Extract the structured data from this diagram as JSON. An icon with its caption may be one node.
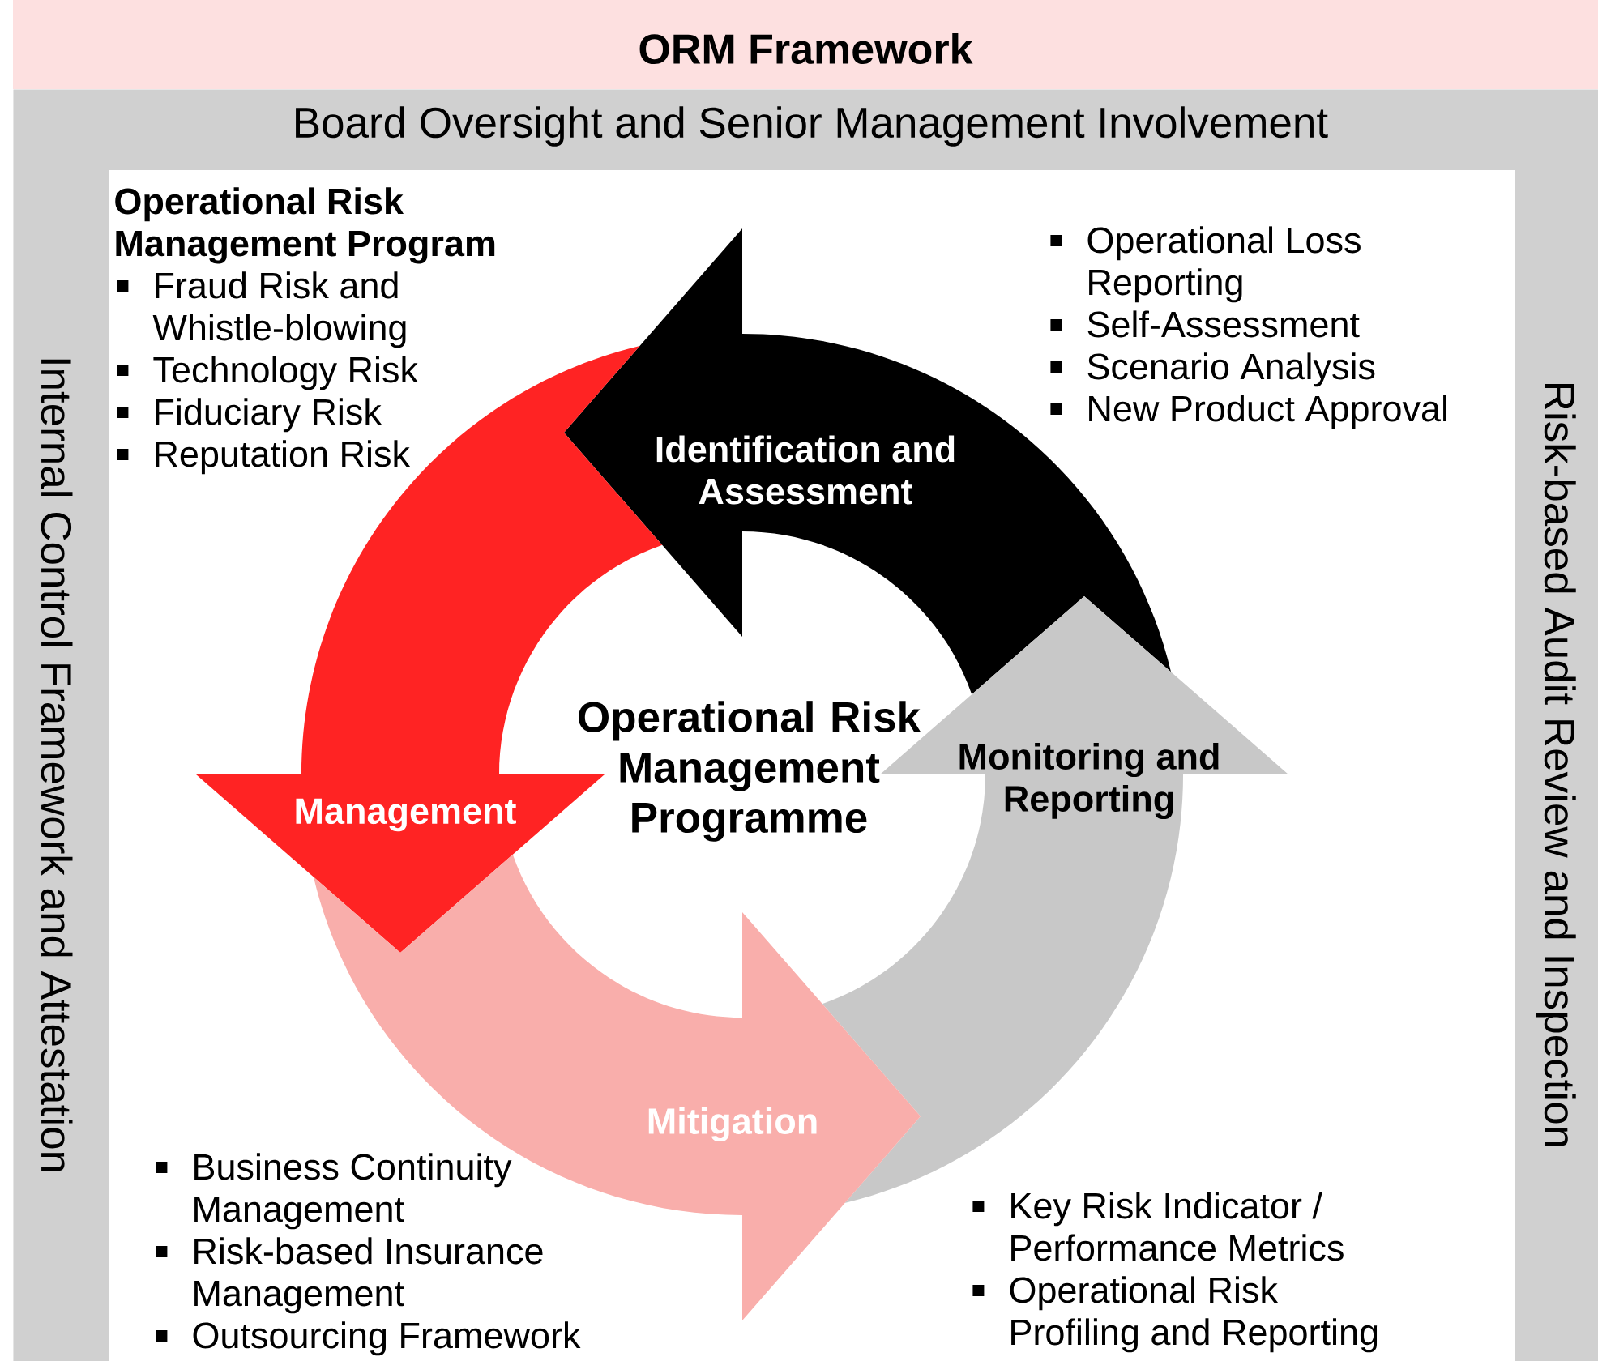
{
  "diagram": {
    "title": "ORM Framework",
    "nodes": [
      {
        "text": [
          "Board Oversight and Senior Management Involvement",
          "Internal Control Framework and Attestation",
          "Risk-based Audit Review and Inspection"
        ]
      },
      {
        "text": [
          "Identification and Assessment"
        ],
        "in": 0
      },
      {
        "text": [
          "Management"
        ],
        "in": 0
      },
      {
        "text": [
          "Monitoring and Reporting"
        ],
        "in": 0
      },
      {
        "text": [
          "Mitigation"
        ],
        "in": 0
      }
    ],
    "labels": [
      "Operational Risk Management Program",
      "Fraud Risk and Whistle-blowing",
      "Technology Risk",
      "Fiduciary Risk",
      "Reputation Risk",
      "Operational Loss Reporting",
      "Self-Assessment",
      "Scenario Analysis",
      "New Product Approval",
      "Operational Risk Management Programme",
      "Business Continuity Management",
      "Risk-based Insurance Management",
      "Outsourcing Framework",
      "Key Risk Indicator / Performance Metrics",
      "Operational Risk Profiling and Reporting"
    ]
  }
}
